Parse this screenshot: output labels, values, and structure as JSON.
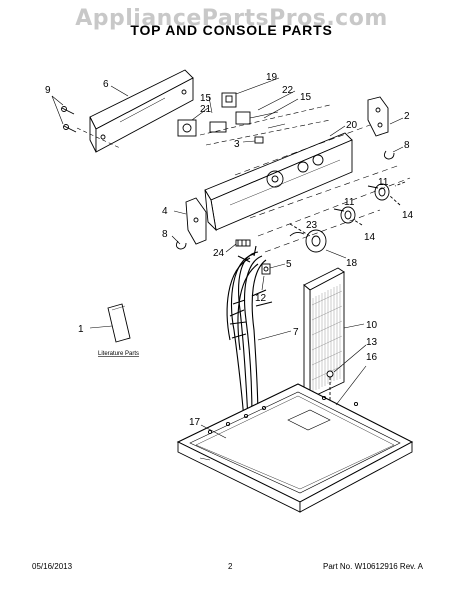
{
  "watermark": "AppliancePartsPros.com",
  "title": "TOP AND CONSOLE PARTS",
  "literature_label": "Literature Parts",
  "callouts": {
    "c1": "1",
    "c2": "2",
    "c3": "3",
    "c4": "4",
    "c5": "5",
    "c6": "6",
    "c7": "7",
    "c8a": "8",
    "c8b": "8",
    "c9": "9",
    "c10": "10",
    "c11a": "11",
    "c11b": "11",
    "c12": "12",
    "c13": "13",
    "c14a": "14",
    "c14b": "14",
    "c15a": "15",
    "c15b": "15",
    "c16": "16",
    "c17": "17",
    "c18": "18",
    "c19": "19",
    "c20": "20",
    "c21": "21",
    "c22": "22",
    "c23": "23",
    "c24": "24"
  },
  "footer": {
    "date": "05/16/2013",
    "page": "2",
    "part_no": "Part No. W10612916  Rev. A"
  }
}
